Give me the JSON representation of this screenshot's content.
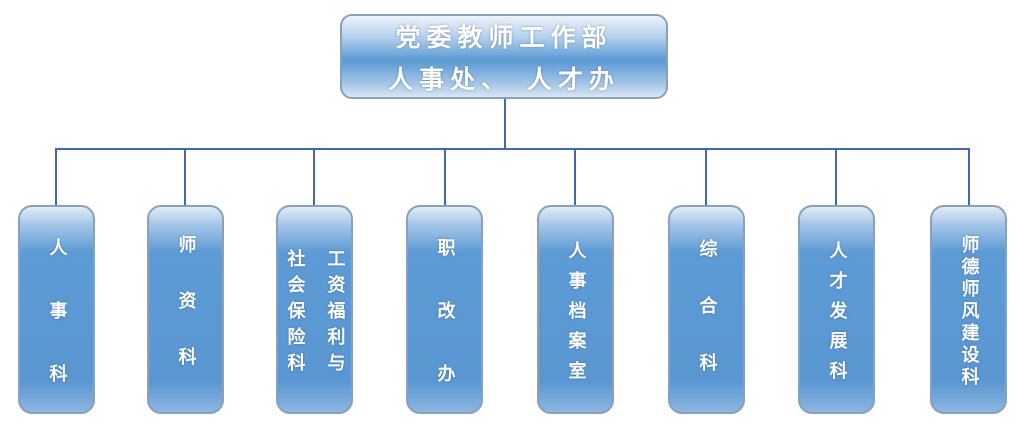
{
  "root": {
    "line1": "党委教师工作部",
    "line2": "人事处、 人才办"
  },
  "children": [
    {
      "columns": [
        "人事科"
      ]
    },
    {
      "columns": [
        "师资科"
      ]
    },
    {
      "columns": [
        "工资福利与",
        "社会保险科"
      ]
    },
    {
      "columns": [
        "职改办"
      ]
    },
    {
      "columns": [
        "人事档案室"
      ]
    },
    {
      "columns": [
        "综合科"
      ]
    },
    {
      "columns": [
        "人才发展科"
      ]
    },
    {
      "columns": [
        "师德师风建设科"
      ]
    }
  ],
  "colors": {
    "box": "#5b9bd5",
    "connector": "#4468ae"
  }
}
